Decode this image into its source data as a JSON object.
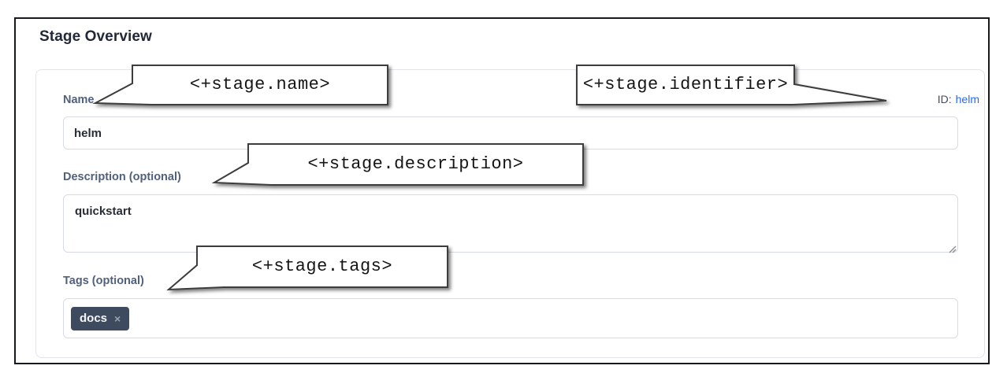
{
  "header": {
    "title": "Stage Overview"
  },
  "form": {
    "name": {
      "label": "Name",
      "value": "helm"
    },
    "identifier": {
      "label": "ID:",
      "value": "helm"
    },
    "description": {
      "label": "Description (optional)",
      "value": "quickstart"
    },
    "tags": {
      "label": "Tags (optional)",
      "items": [
        {
          "text": "docs"
        }
      ]
    }
  },
  "annotations": {
    "name": "<+stage.name>",
    "identifier": "<+stage.identifier>",
    "description": "<+stage.description>",
    "tags": "<+stage.tags>"
  },
  "icons": {
    "tag_remove": "×"
  },
  "colors": {
    "link_blue": "#2a6be4",
    "tag_background": "#3e4b5e",
    "label_slate": "#51607b",
    "frame_border": "#16191f"
  }
}
